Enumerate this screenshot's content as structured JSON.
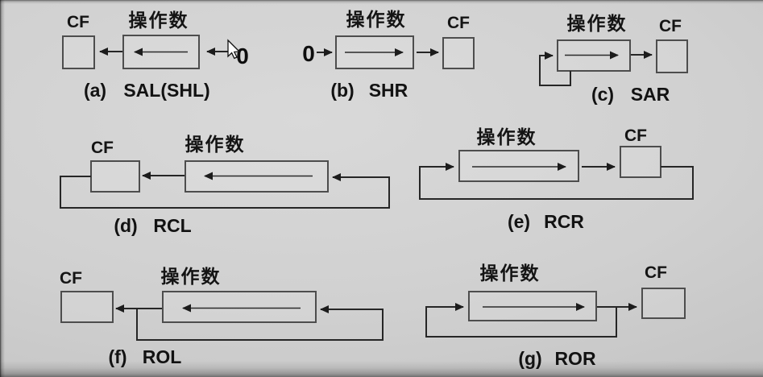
{
  "colors": {
    "canvas_background": "#cdcdcd",
    "wire": "#262626",
    "box_border": "#4d4d4d",
    "text": "#141414"
  },
  "diagrams": [
    {
      "key": "sal-shl",
      "caption_prefix": "(a)",
      "caption_name": "SAL(SHL)",
      "operand_label": "操作数",
      "cf_label": "CF",
      "zero_label": "0"
    },
    {
      "key": "shr",
      "caption_prefix": "(b)",
      "caption_name": "SHR",
      "operand_label": "操作数",
      "cf_label": "CF",
      "zero_label": "0"
    },
    {
      "key": "sar",
      "caption_prefix": "(c)",
      "caption_name": "SAR",
      "operand_label": "操作数",
      "cf_label": "CF"
    },
    {
      "key": "rcl",
      "caption_prefix": "(d)",
      "caption_name": "RCL",
      "operand_label": "操作数",
      "cf_label": "CF"
    },
    {
      "key": "rcr",
      "caption_prefix": "(e)",
      "caption_name": "RCR",
      "operand_label": "操作数",
      "cf_label": "CF"
    },
    {
      "key": "rol",
      "caption_prefix": "(f)",
      "caption_name": "ROL",
      "operand_label": "操作数",
      "cf_label": "CF"
    },
    {
      "key": "ror",
      "caption_prefix": "(g)",
      "caption_name": "ROR",
      "operand_label": "操作数",
      "cf_label": "CF"
    }
  ],
  "cursor": {
    "type": "arrow-pointer"
  }
}
